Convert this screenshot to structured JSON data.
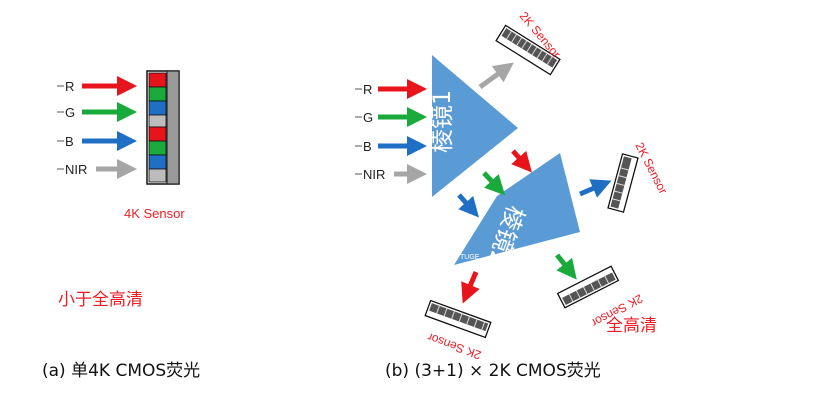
{
  "colors": {
    "red": "#e8141b",
    "green": "#1aaa3c",
    "blue": "#1f6fc4",
    "gray": "#a6a6a6",
    "prism": "#5b9bd5",
    "label_red": "#ee1c24",
    "sensor_fill": "#555555"
  },
  "panel_a": {
    "inputs": [
      "R",
      "G",
      "B",
      "NIR"
    ],
    "sensor_label": "4K Sensor",
    "note": "小于全高清",
    "caption": "(a) 单4K CMOS荧光"
  },
  "panel_b": {
    "inputs": [
      "R",
      "G",
      "B",
      "NIR"
    ],
    "prism1_label": "棱镜1",
    "prism2_label": "棱镜2",
    "watermark": "TUGE",
    "sensor_label": "2K Sensor",
    "note": "全高清",
    "caption": "(b) (3+1) × 2K CMOS荧光"
  }
}
